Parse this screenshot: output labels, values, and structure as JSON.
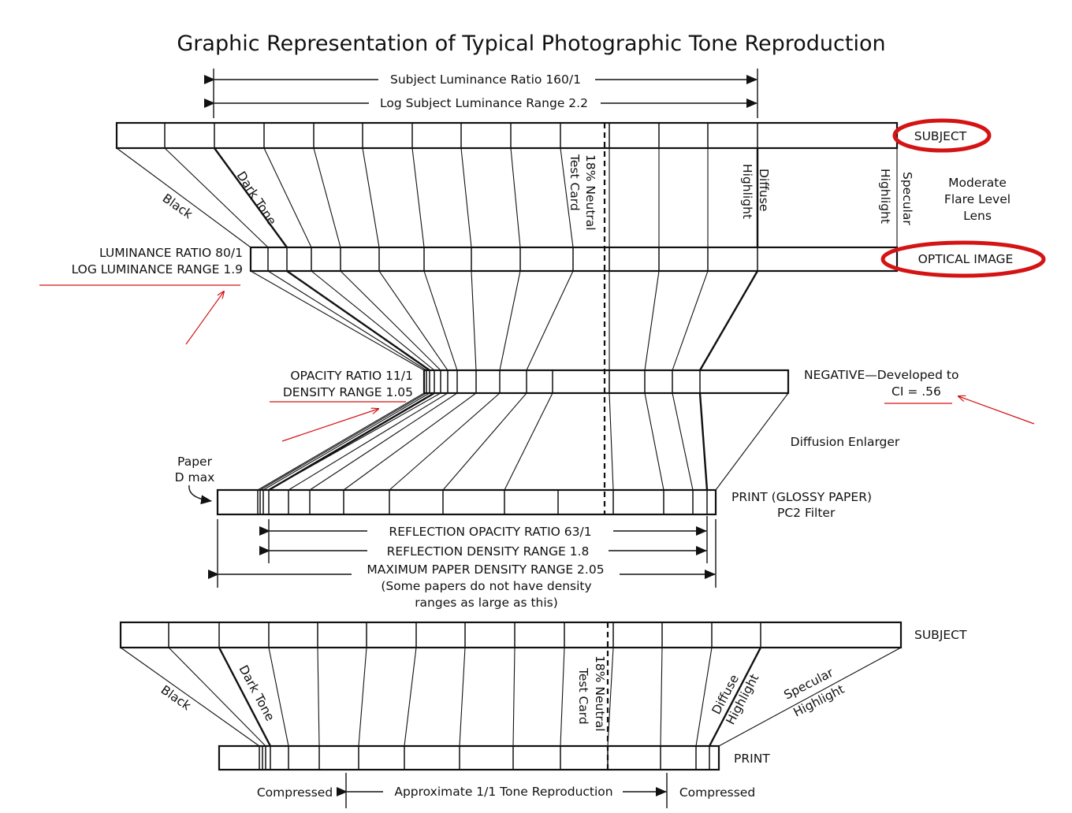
{
  "title": "Graphic Representation of Typical Photographic Tone Reproduction",
  "top_dimensions": {
    "subject_luminance_ratio": "Subject Luminance Ratio 160/1",
    "log_subject_luminance_range": "Log Subject Luminance Range 2.2"
  },
  "subject_band": {
    "label": "SUBJECT"
  },
  "tone_labels": {
    "black": "Black",
    "dark_tone": "Dark Tone",
    "neutral_line1": "18% Neutral",
    "neutral_line2": "Test Card",
    "diffuse": "Diffuse",
    "diffuse_highlight": "Highlight",
    "specular": "Specular",
    "specular_highlight": "Highlight"
  },
  "lens": {
    "line1": "Moderate",
    "line2": "Flare Level",
    "line3": "Lens"
  },
  "optical_image": {
    "label": "OPTICAL IMAGE",
    "luminance_ratio": "LUMINANCE RATIO 80/1",
    "log_luminance_range": "LOG LUMINANCE RANGE 1.9"
  },
  "negative": {
    "label": "NEGATIVE",
    "developed": "Developed to",
    "ci": "CI = .56",
    "opacity_ratio": "OPACITY RATIO 11/1",
    "density_range": "DENSITY RANGE 1.05"
  },
  "enlarger": "Diffusion Enlarger",
  "paper": {
    "line1": "Paper",
    "line2": "D max"
  },
  "print_band": {
    "label": "PRINT (GLOSSY PAPER)",
    "filter": "PC2 Filter"
  },
  "print_dimensions": {
    "reflection_opacity_ratio": "REFLECTION OPACITY RATIO 63/1",
    "reflection_density_range": "REFLECTION DENSITY RANGE 1.8",
    "maximum_paper_density_range": "MAXIMUM PAPER DENSITY RANGE 2.05",
    "note_line1": "(Some papers do not have density",
    "note_line2": "ranges as large as this)"
  },
  "bottom_diagram": {
    "subject_label": "SUBJECT",
    "print_label": "PRINT",
    "black": "Black",
    "dark_tone": "Dark Tone",
    "neutral_line1": "18% Neutral",
    "neutral_line2": "Test Card",
    "diffuse": "Diffuse",
    "diffuse_highlight": "Highlight",
    "specular": "Specular",
    "specular_highlight": "Highlight",
    "compressed_left": "Compressed",
    "approx": "Approximate 1/1 Tone Reproduction",
    "compressed_right": "Compressed"
  },
  "annotation_color": "#d41414"
}
